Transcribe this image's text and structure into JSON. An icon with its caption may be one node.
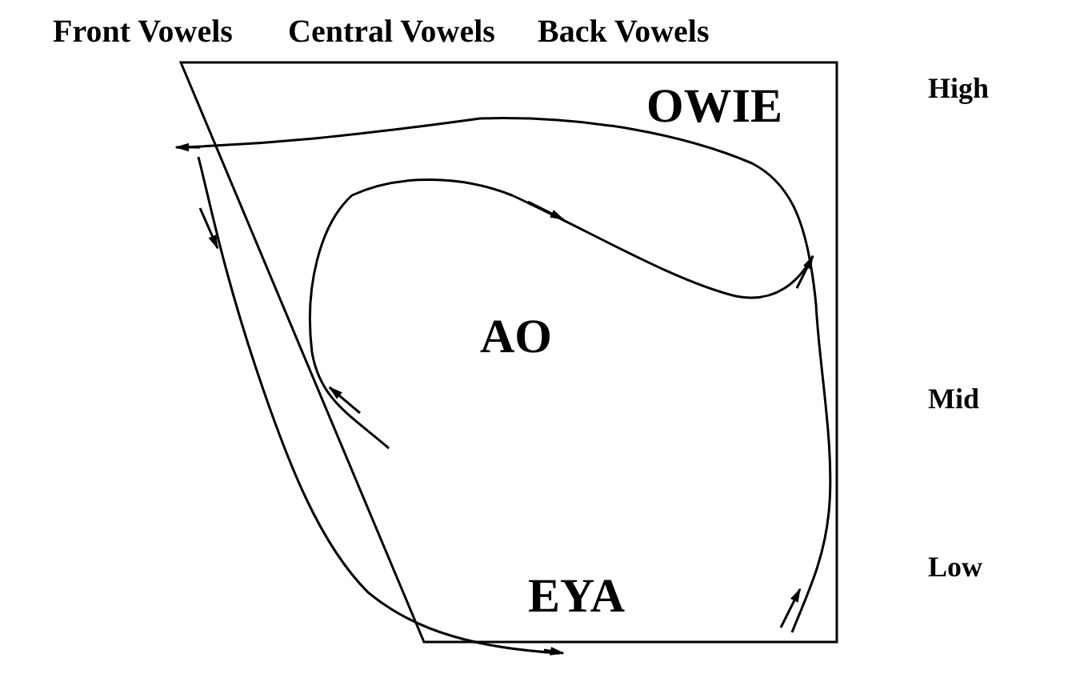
{
  "diagram": {
    "nodes": [
      {
        "text": [
          "OWIE",
          "AO",
          "EYA"
        ]
      }
    ],
    "labels": [
      "Front Vowels",
      "Central Vowels",
      "Back Vowels",
      "High",
      "Mid",
      "Low"
    ]
  }
}
